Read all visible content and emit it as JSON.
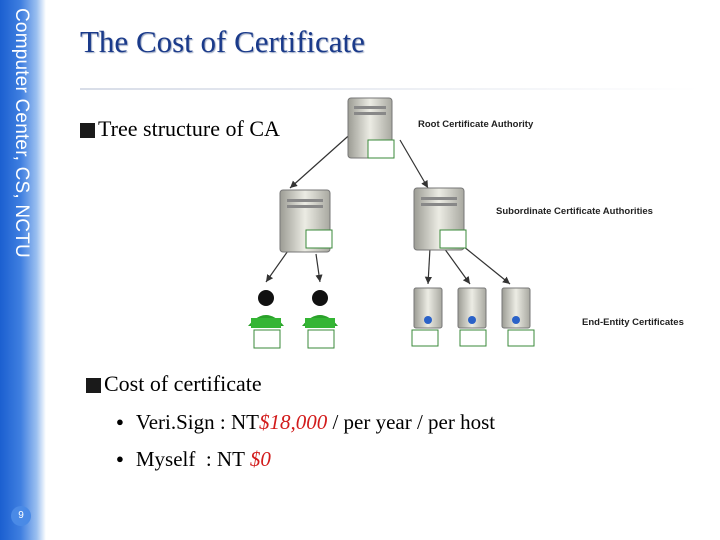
{
  "sidebar": {
    "text": "Computer Center, CS, NCTU",
    "page_number": "9"
  },
  "title": "The Cost of Certificate",
  "bullets": {
    "tree": "Tree structure of CA",
    "cost": "Cost of certificate"
  },
  "diagram": {
    "root_label": "Root Certificate Authority",
    "subordinate_label": "Subordinate Certificate Authorities",
    "end_entity_label": "End-Entity Certificates"
  },
  "costs": [
    {
      "prefix": "Veri.Sign : NT ",
      "amount": "$18,000",
      "suffix": " / per year / per host"
    },
    {
      "prefix": "Myself  : NT ",
      "amount": "$0",
      "suffix": ""
    }
  ],
  "colors": {
    "sidebar": "#2a6fd8",
    "title": "#1a3a8a",
    "price": "#d21c1c"
  }
}
